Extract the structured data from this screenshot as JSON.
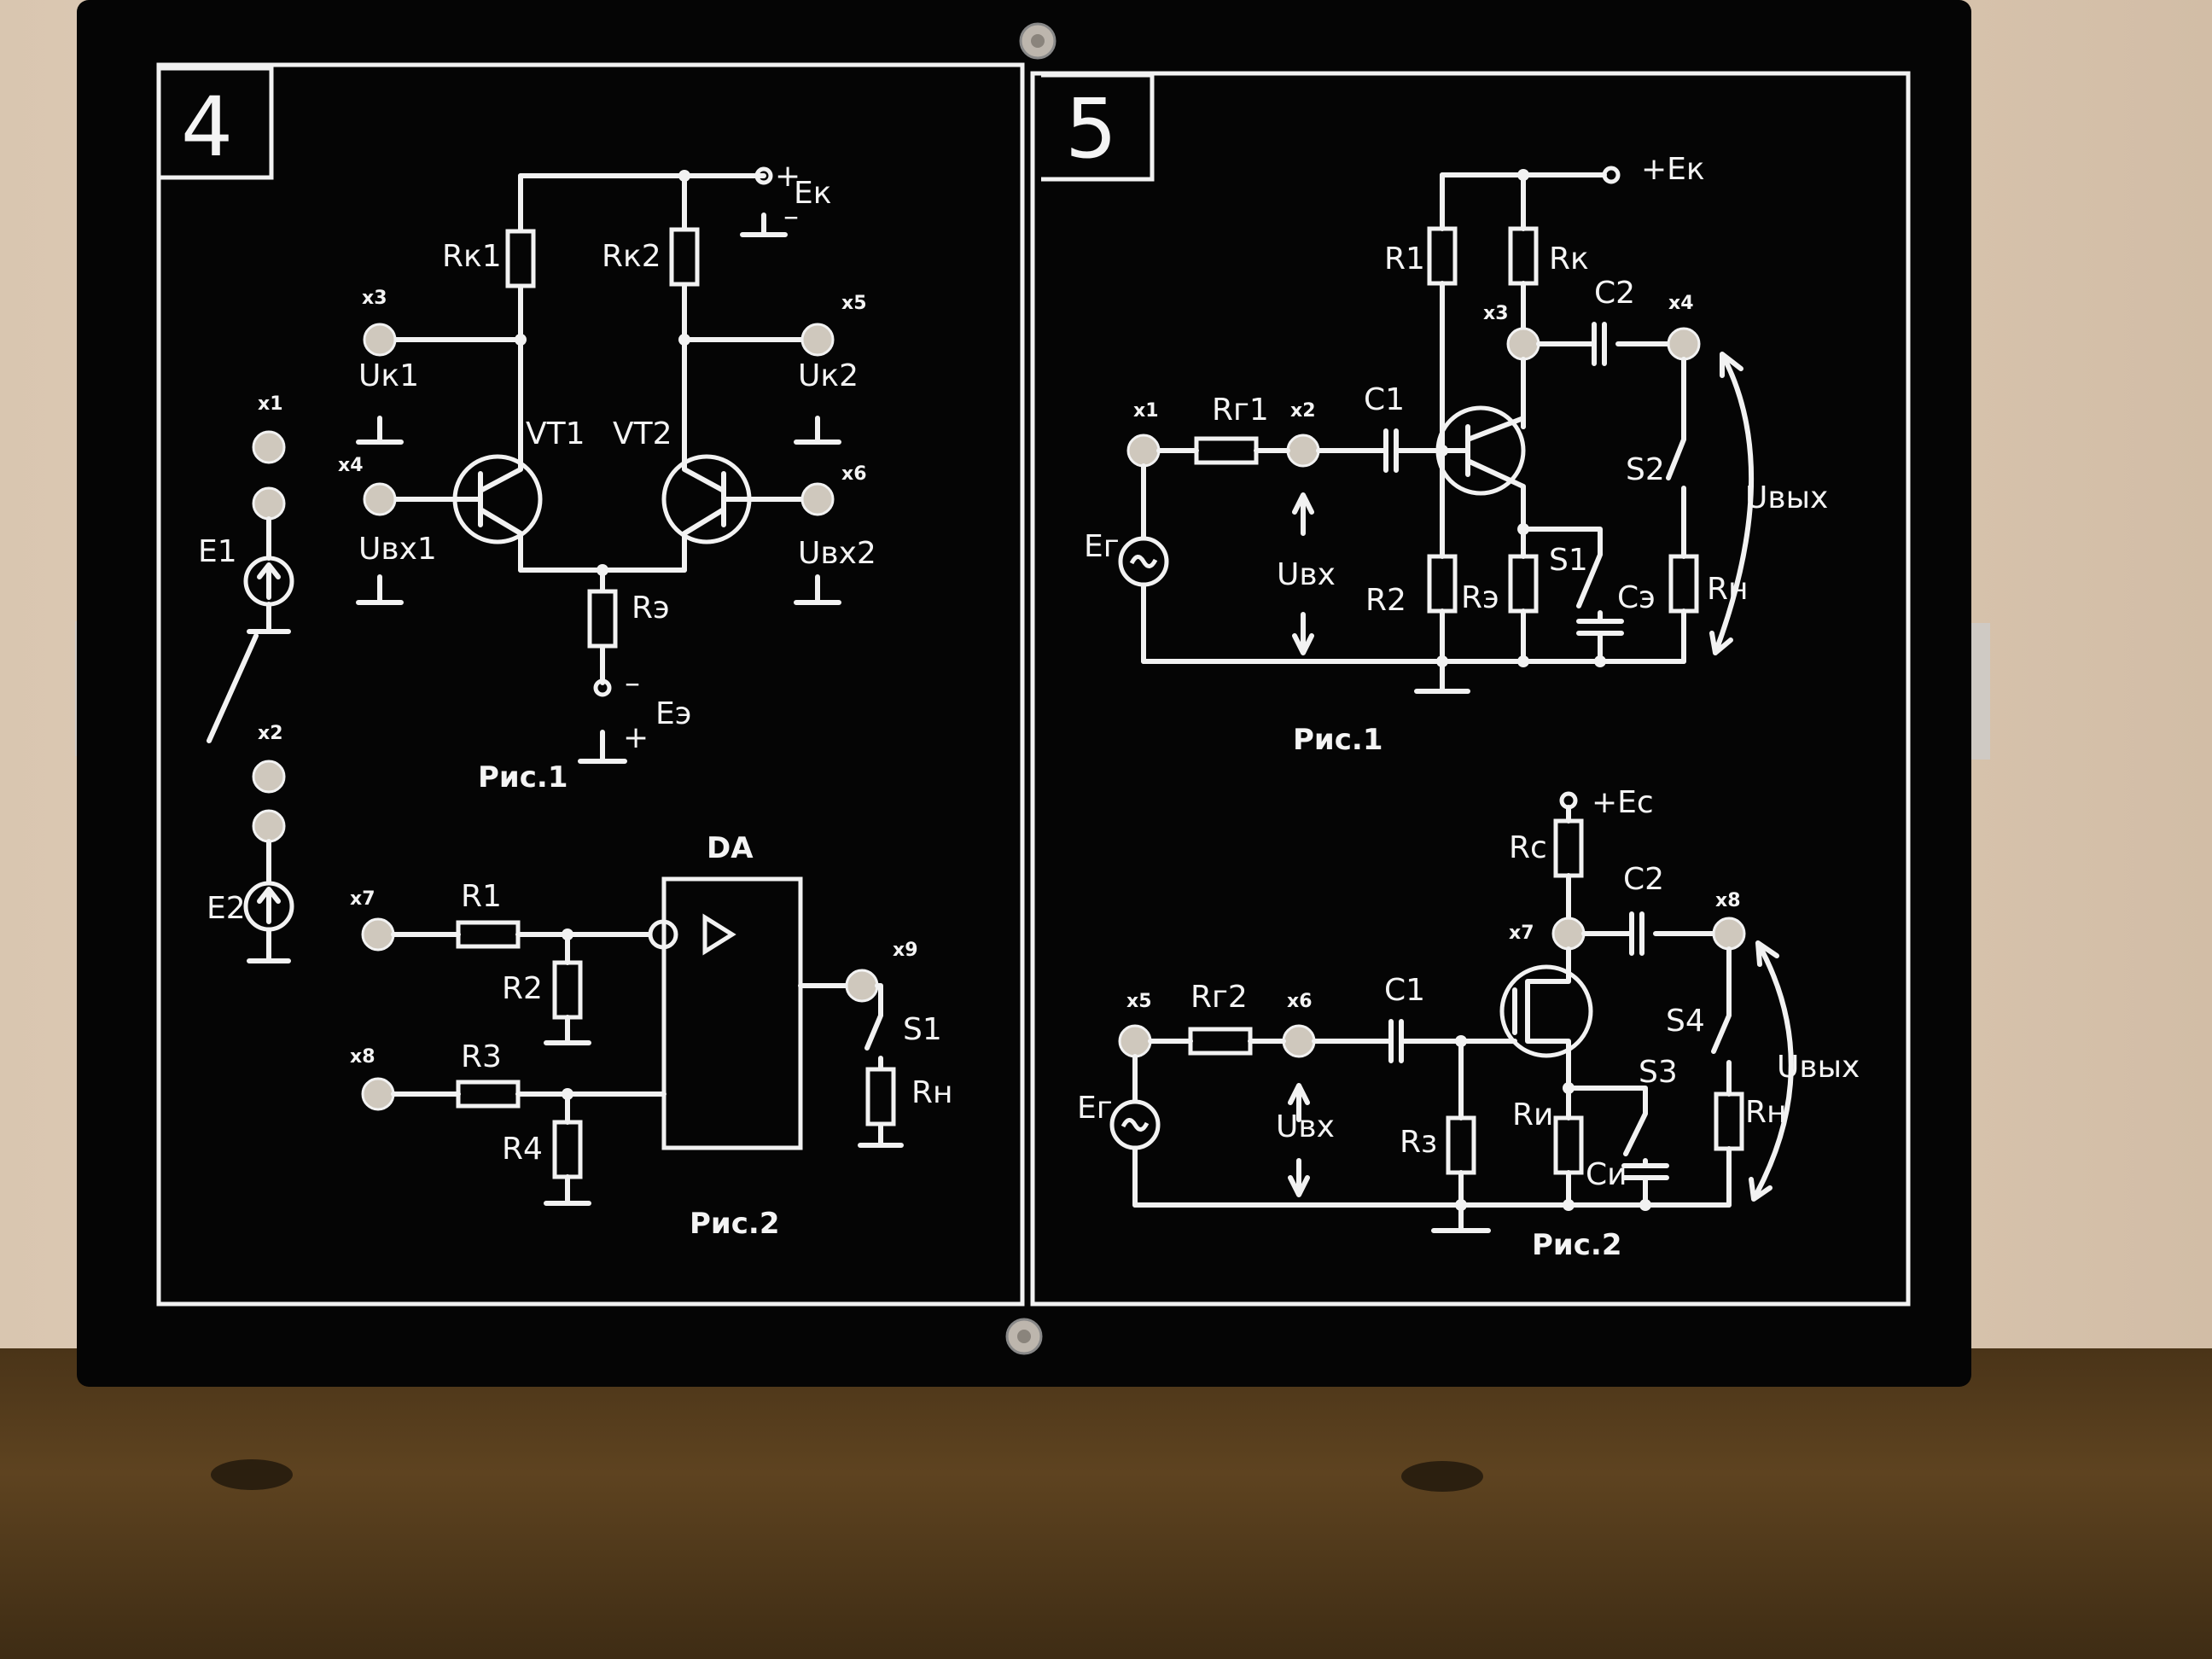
{
  "panel4": {
    "number": "4",
    "fig1": {
      "caption": "Рис.1",
      "rk1": "Rк1",
      "rk2": "Rк2",
      "re": "Rэ",
      "vt1": "VT1",
      "vt2": "VT2",
      "ek": "Eк",
      "ek_plus": "+",
      "ek_minus": "–",
      "ee": "Eэ",
      "ee_minus": "–",
      "ee_plus": "+",
      "uk1": "Uк1",
      "uk2": "Uк2",
      "uvx1": "Uвх1",
      "uvx2": "Uвх2",
      "x3": "x3",
      "x4": "x4",
      "x5": "x5",
      "x6": "x6"
    },
    "sources": {
      "x1": "x1",
      "e1": "E1",
      "x2": "x2",
      "e2": "E2"
    },
    "fig2": {
      "caption": "Рис.2",
      "da": "DA",
      "r1": "R1",
      "r2": "R2",
      "r3": "R3",
      "r4": "R4",
      "rn": "Rн",
      "s1": "S1",
      "x7": "x7",
      "x8": "x8",
      "x9": "x9"
    }
  },
  "panel5": {
    "number": "5",
    "fig1": {
      "caption": "Рис.1",
      "ek": "+Eк",
      "r1": "R1",
      "rk": "Rк",
      "r2": "R2",
      "re": "Rэ",
      "rn": "Rн",
      "rg1": "Rг1",
      "c1": "C1",
      "c2": "C2",
      "ce": "Cэ",
      "s1": "S1",
      "s2": "S2",
      "eg": "Eг",
      "uvx": "Uвх",
      "uvyx": "Uвых",
      "x1": "x1",
      "x2": "x2",
      "x3": "x3",
      "x4": "x4"
    },
    "fig2": {
      "caption": "Рис.2",
      "ec": "+Ec",
      "rc": "Rc",
      "rz": "Rз",
      "ri": "Rи",
      "rn": "Rн",
      "rg2": "Rг2",
      "c1": "C1",
      "c2": "C2",
      "ci": "Cи",
      "s3": "S3",
      "s4": "S4",
      "eg": "Eг",
      "uvx": "Uвх",
      "uvyx": "Uвых",
      "x5": "x5",
      "x6": "x6",
      "x7": "x7",
      "x8": "x8"
    }
  }
}
